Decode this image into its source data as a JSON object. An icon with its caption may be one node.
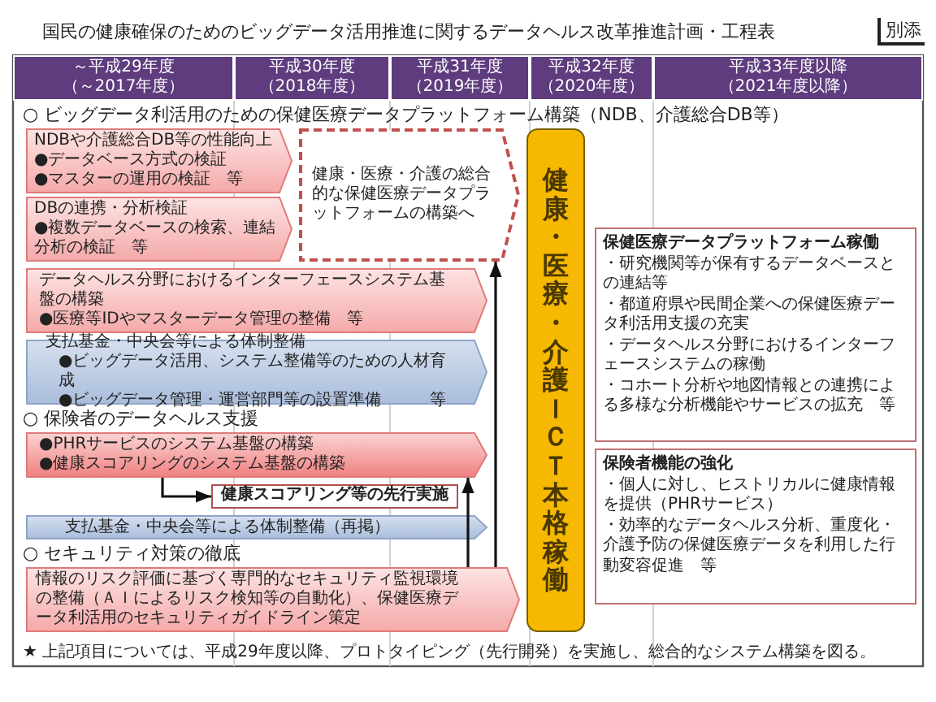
{
  "diagram": {
    "title": "国民の健康確保のためのビッグデータ活用推進に関するデータヘルス改革推進計画・工程表",
    "nodes": [
      {
        "text": [
          "～平成29年度",
          "（～2017年度）"
        ]
      },
      {
        "text": [
          "平成30年度",
          "（2018年度）"
        ]
      },
      {
        "text": [
          "平成31年度",
          "（2019年度）"
        ]
      },
      {
        "text": [
          "平成32年度",
          "（2020年度）"
        ]
      },
      {
        "text": [
          "平成33年度以降",
          "（2021年度以降）"
        ]
      },
      {
        "text": [
          "NDBや介護総合DB等の性能向上",
          "●データベース方式の検証",
          "●マスターの運用の検証　等"
        ]
      },
      {
        "text": [
          "DBの連携・分析検証",
          "●複数データベースの検索、連結分析の検証　等"
        ]
      },
      {
        "text": [
          "健康・医療・介護の総合的な保健医療データプラットフォームの構築へ"
        ]
      },
      {
        "text": [
          "データヘルス分野におけるインターフェースシステム基盤の構築",
          "●医療等IDやマスターデータ管理の整備　等"
        ]
      },
      {
        "text": [
          "支払基金・中央会等による体制整備",
          "●ビッグデータ活用、システム整備等のための人材育成",
          "●ビッグデータ管理・運営部門等の設置準備　　　等"
        ]
      },
      {
        "text": [
          "●PHRサービスのシステム基盤の構築",
          "●健康スコアリングのシステム基盤の構築"
        ]
      },
      {
        "text": [
          "健康スコアリング等の先行実施"
        ]
      },
      {
        "text": [
          "支払基金・中央会等による体制整備（再掲）"
        ]
      },
      {
        "text": [
          "情報のリスク評価に基づく専門的なセキュリティ監視環境の整備（ＡＩによるリスク検知等の自動化）、保健医療データ利活用のセキュリティガイドライン策定"
        ]
      },
      {
        "text": [
          "健康・医療・介護ＩＣＴ本格稼働"
        ]
      },
      {
        "text": [
          "保健医療データプラットフォーム稼働",
          "・研究機関等が保有するデータベースとの連結等",
          "・都道府県や民間企業への保健医療データ利活用支援の充実",
          "・データヘルス分野におけるインターフェースシステムの稼働",
          "・コホート分析や地図情報との連携による多様な分析機能やサービスの拡充　等"
        ]
      },
      {
        "text": [
          "保険者機能の強化",
          "・個人に対し、ヒストリカルに健康情報を提供（PHRサービス）",
          "・効率的なデータヘルス分析、重度化・介護予防の保健医療データを利用した行動変容促進　等"
        ]
      }
    ],
    "edges": [
      {
        "from": 13,
        "to": 7,
        "arrow": "to"
      },
      {
        "from": 13,
        "to": 10,
        "arrow": "to"
      },
      {
        "from": 10,
        "to": 11,
        "arrow": "to"
      }
    ],
    "labels": [
      "別添",
      "○ ビッグデータ利活用のための保健医療データプラットフォーム構築（NDB、介護総合DB等）",
      "○ 保険者のデータヘルス支援",
      "○ セキュリティ対策の徹底",
      "★ 上記項目については、平成29年度以降、プロトタイピング（先行開発）を実施し、総合的なシステム構築を図る。"
    ]
  }
}
